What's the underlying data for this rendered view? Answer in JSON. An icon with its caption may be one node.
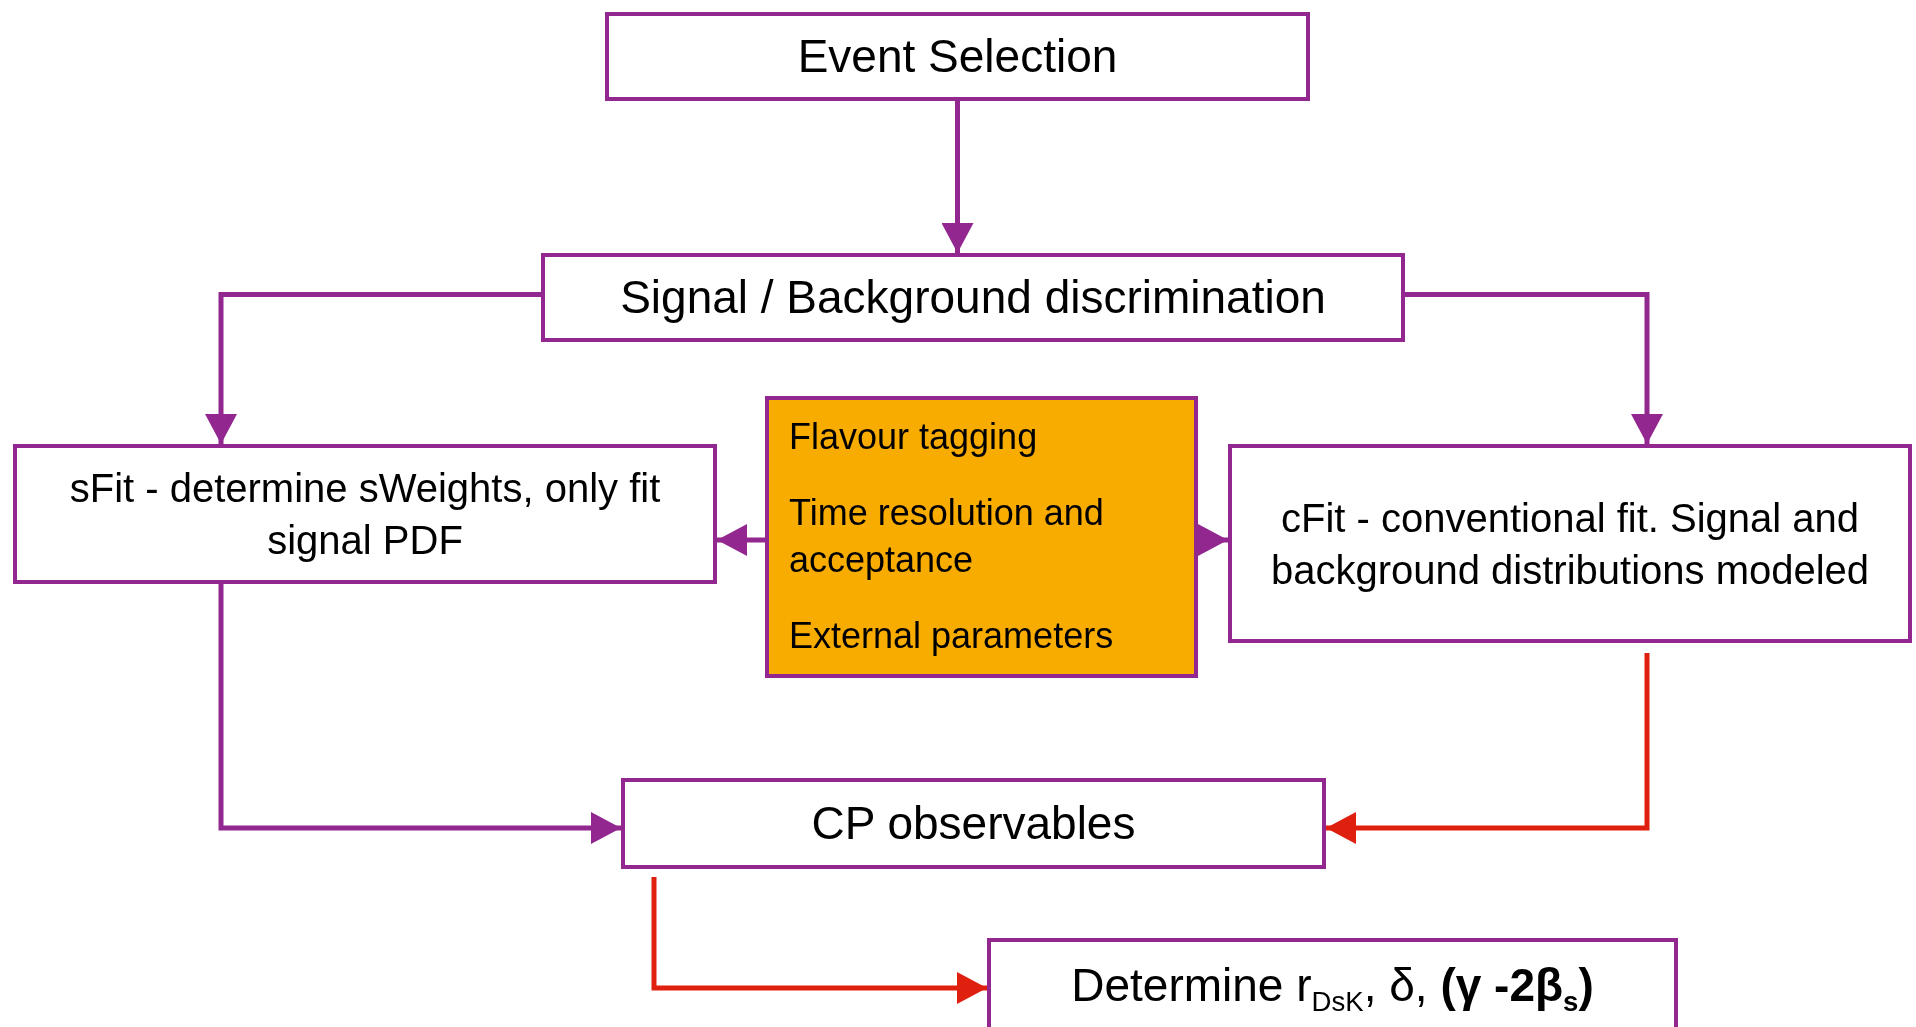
{
  "diagram": {
    "nodes": [
      {
        "text": [
          "Event Selection"
        ]
      },
      {
        "text": [
          "Signal / Background discrimination"
        ]
      },
      {
        "text": [
          "sFit - determine sWeights, only fit signal PDF"
        ]
      },
      {
        "text": [
          "Flavour tagging",
          "Time resolution and acceptance",
          "External parameters"
        ]
      },
      {
        "text": [
          "cFit - conventional fit. Signal and background distributions modeled"
        ]
      },
      {
        "text": [
          "CP observables"
        ]
      },
      {
        "text": [
          "Determine r$_{DsK}$, δ, **(γ -2β$_{s}$)**"
        ]
      }
    ],
    "edges": [
      {
        "from": 0,
        "to": 1,
        "arrow": "to"
      },
      {
        "from": 1,
        "to": 2,
        "arrow": "to"
      },
      {
        "from": 1,
        "to": 4,
        "arrow": "to"
      },
      {
        "from": 3,
        "to": 2,
        "arrow": "to"
      },
      {
        "from": 3,
        "to": 4,
        "arrow": "to"
      },
      {
        "from": 2,
        "to": 5,
        "arrow": "to"
      },
      {
        "from": 4,
        "to": 5,
        "arrow": "to",
        "color": "#e0200f"
      },
      {
        "from": 5,
        "to": 6,
        "arrow": "to",
        "color": "#e0200f"
      }
    ]
  }
}
